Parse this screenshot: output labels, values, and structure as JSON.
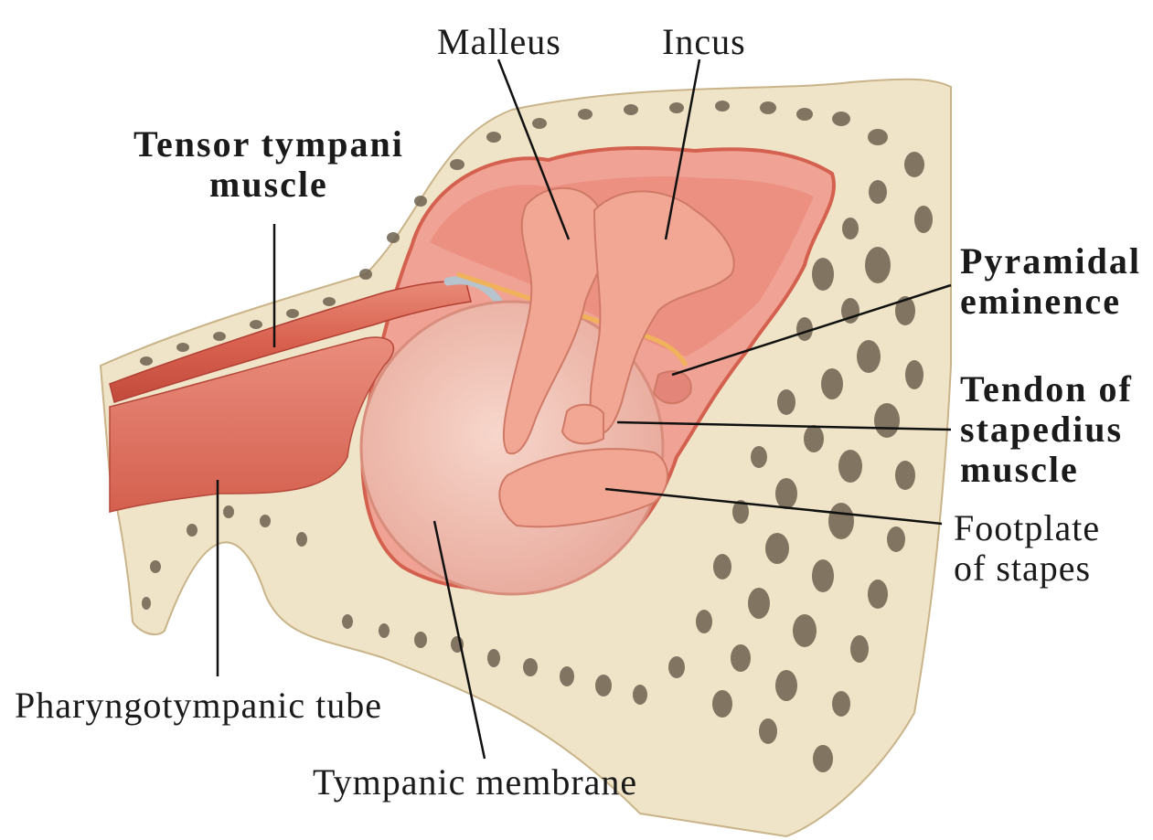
{
  "labels": {
    "malleus": "Malleus",
    "incus": "Incus",
    "tensor_tympani_line1": "Tensor tympani",
    "tensor_tympani_line2": "muscle",
    "pyramidal_line1": "Pyramidal",
    "pyramidal_line2": "eminence",
    "stapedius_line1": "Tendon of",
    "stapedius_line2": "stapedius",
    "stapedius_line3": "muscle",
    "footplate_line1": "Footplate",
    "footplate_line2": "of stapes",
    "pharyngotympanic": "Pharyngotympanic tube",
    "tympanic_membrane": "Tympanic membrane"
  },
  "colors": {
    "bone": "#efe4c8",
    "bone_pore": "#6e6250",
    "muscle": "#de6f60",
    "muscle_dark": "#c24b3f",
    "cavity_wall": "#f0a294",
    "ossicle": "#f2a795",
    "membrane": "#f2c0b3",
    "tendon": "#b7c3cd",
    "chorda": "#f0b25a",
    "leader_line": "#111111"
  }
}
